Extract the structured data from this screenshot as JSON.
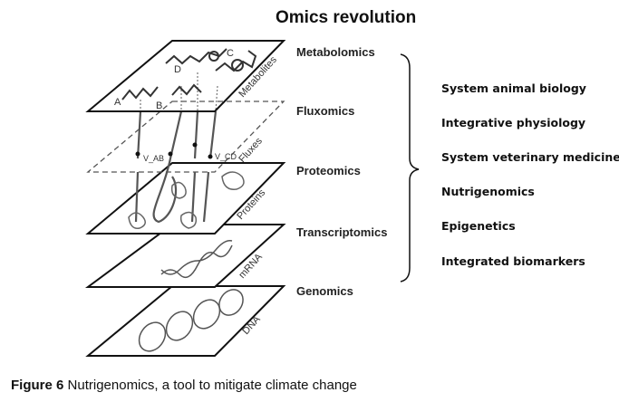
{
  "title": "Omics revolution",
  "layers": [
    {
      "name": "Metabolomics",
      "plane_label": "Metabolites"
    },
    {
      "name": "Fluxomics",
      "plane_label": "Fluxes"
    },
    {
      "name": "Proteomics",
      "plane_label": "Proteins"
    },
    {
      "name": "Transcriptomics",
      "plane_label": "mRNA"
    },
    {
      "name": "Genomics",
      "plane_label": "DNA"
    }
  ],
  "molecule_labels": [
    "A",
    "B",
    "C",
    "D"
  ],
  "flux_labels": [
    "V_AB",
    "V_CD"
  ],
  "applications": [
    "System animal biology",
    "Integrative physiology",
    "System veterinary medicine",
    "Nutrigenomics",
    "Epigenetics",
    "Integrated biomarkers"
  ],
  "caption": {
    "label": "Figure 6",
    "text": " Nutrigenomics, a tool to mitigate climate change"
  }
}
